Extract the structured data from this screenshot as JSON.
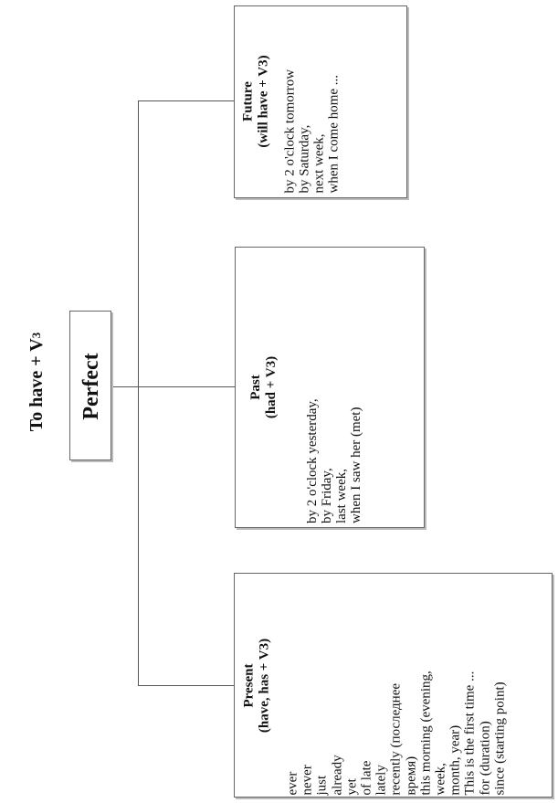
{
  "title": {
    "main": "To have + V",
    "sub": "3"
  },
  "root": {
    "label": "Perfect"
  },
  "future": {
    "heading": "Future",
    "subheading": "(will have + V3)",
    "items": [
      "by 2 o'clock tomorrow",
      "by Saturday,",
      "next week,",
      "when I come home ..."
    ]
  },
  "past": {
    "heading": "Past",
    "subheading": "(had + V3)",
    "items": [
      "by 2 o'clock yesterday,",
      "by Friday,",
      "last week,",
      "when I saw her (met)"
    ]
  },
  "present": {
    "heading": "Present",
    "subheading": "(have, has + V3)",
    "items": [
      "ever",
      "never",
      "just",
      "already",
      "yet",
      "of late",
      "lately",
      "recently (последнее",
      "время)",
      "this morning (evening,",
      "week,",
      "month, year)",
      "This is the first time ...",
      "for (duration)",
      "since (starting point)"
    ]
  }
}
